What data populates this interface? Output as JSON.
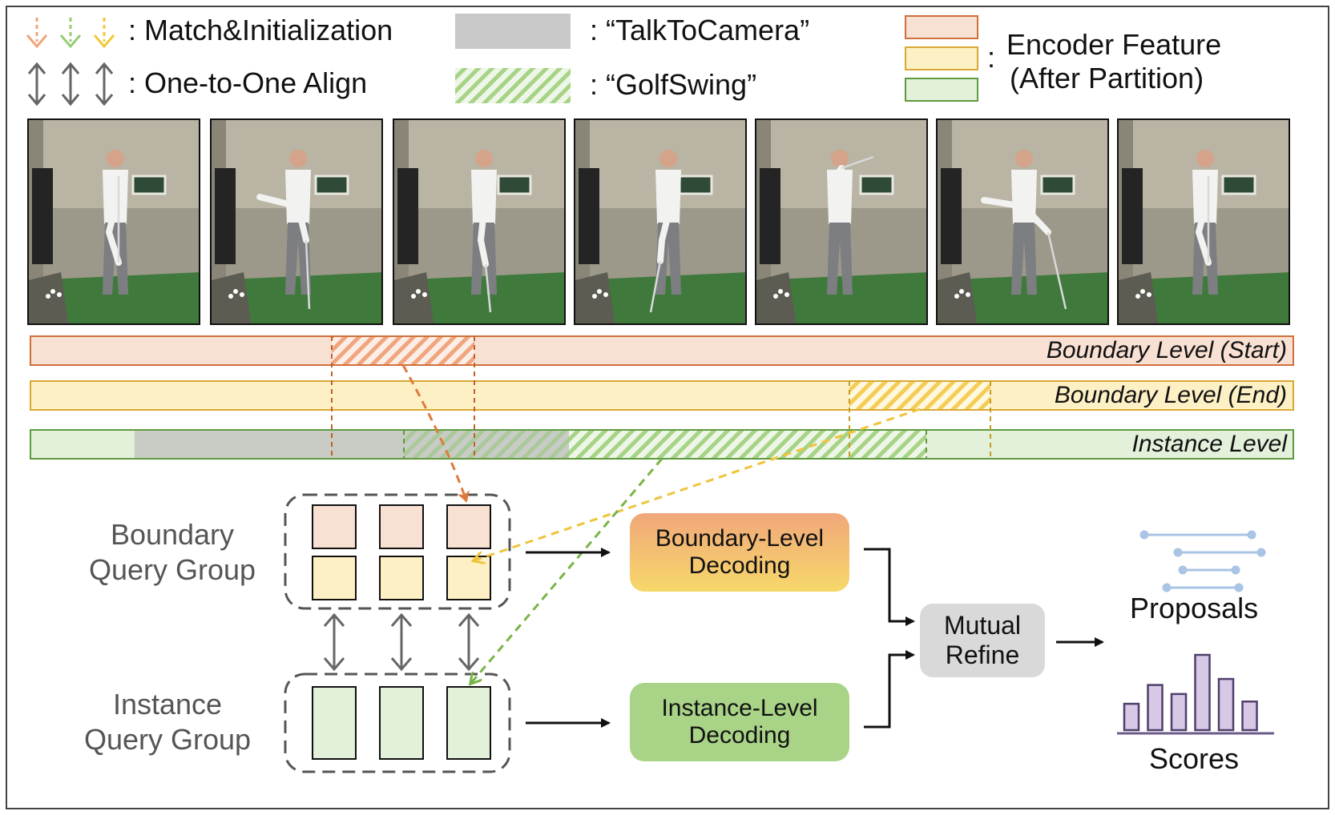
{
  "legend": {
    "match_init": ": Match&Initialization",
    "one_to_one": ": One-to-One Align",
    "talk_to_camera": ": “TalkToCamera”",
    "golf_swing": ": “GolfSwing”",
    "encoder_colon": ":",
    "encoder_line1": "Encoder Feature",
    "encoder_line2": "(After Partition)",
    "colors": {
      "start": "#f8e0d3",
      "start_border": "#d0703a",
      "end": "#fdf0c4",
      "end_border": "#d9a832",
      "instance": "#e3f0da",
      "instance_border": "#5e9a3e",
      "talk_gray": "#c8c8c8",
      "golf_hatch": "#9fcf7f"
    }
  },
  "frames": [
    "frame-1",
    "frame-2",
    "frame-3",
    "frame-4",
    "frame-5",
    "frame-6",
    "frame-7"
  ],
  "bars": {
    "start_label": "Boundary Level (Start)",
    "end_label": "Boundary Level (End)",
    "instance_label": "Instance Level"
  },
  "groups": {
    "boundary_line1": "Boundary",
    "boundary_line2": "Query Group",
    "instance_line1": "Instance",
    "instance_line2": "Query Group"
  },
  "decoding": {
    "boundary_line1": "Boundary-Level",
    "boundary_line2": "Decoding",
    "instance_line1": "Instance-Level",
    "instance_line2": "Decoding"
  },
  "refine": {
    "line1": "Mutual",
    "line2": "Refine"
  },
  "outputs": {
    "proposals": "Proposals",
    "scores": "Scores",
    "score_bars": [
      0.35,
      0.6,
      0.48,
      1.0,
      0.68,
      0.38
    ]
  }
}
